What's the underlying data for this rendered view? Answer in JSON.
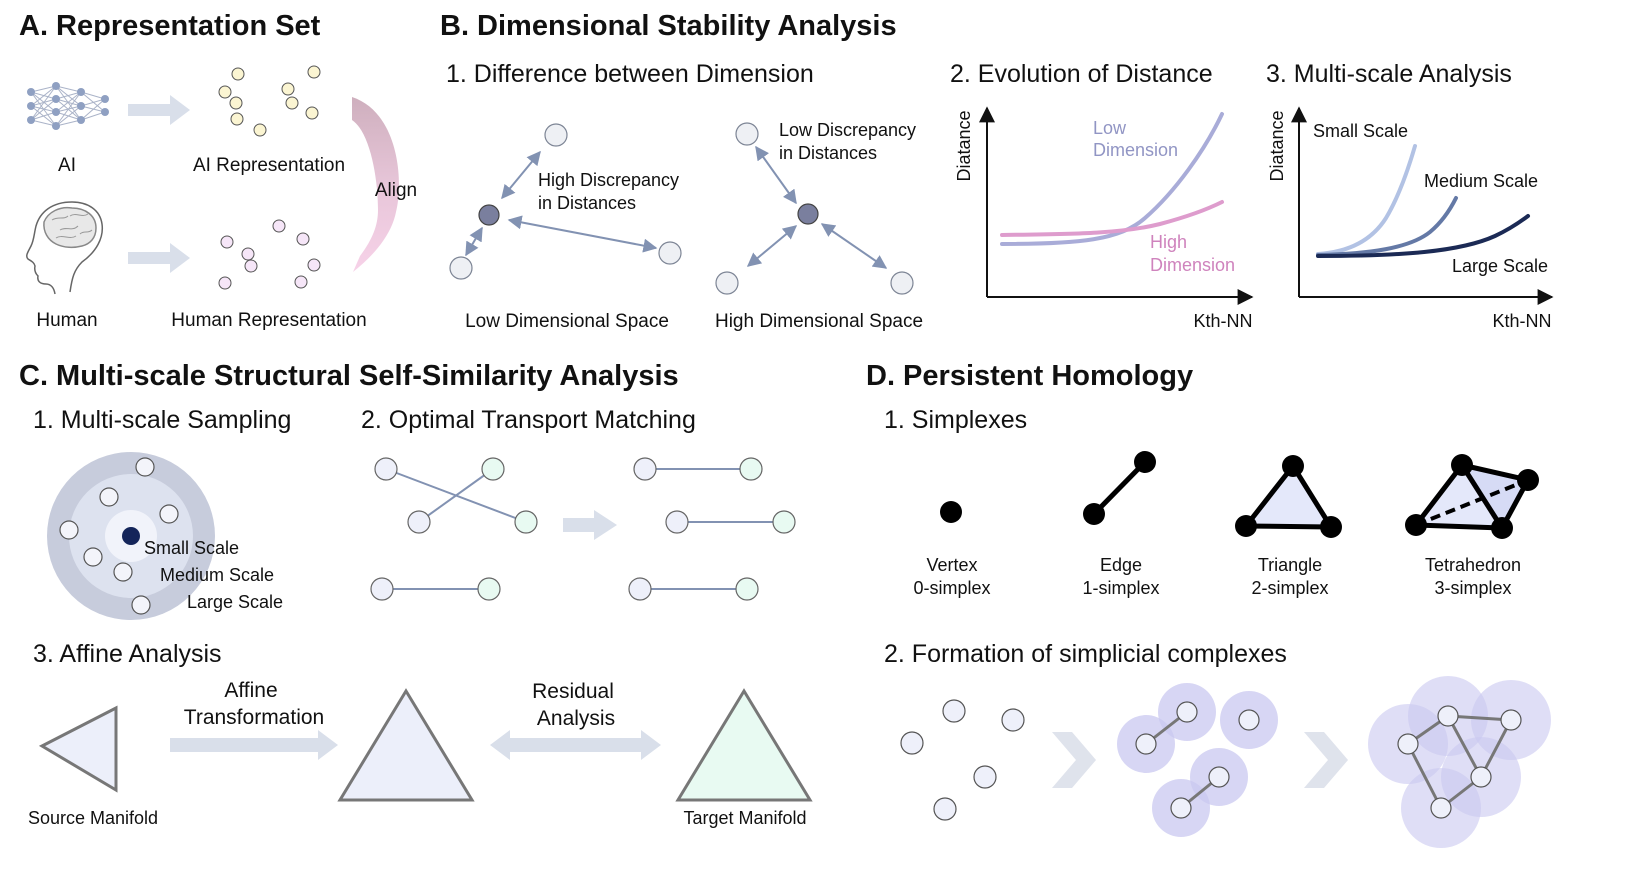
{
  "sections": {
    "a": {
      "title": "A. Representation Set",
      "ai": "AI",
      "ai_representation": "AI Representation",
      "align": "Align",
      "human": "Human",
      "human_representation": "Human Representation"
    },
    "b": {
      "title": "B. Dimensional Stability Analysis",
      "sub1": "1. Difference between Dimension",
      "high_discrepancy": [
        "High Discrepancy",
        "in Distances"
      ],
      "low_discrepancy": [
        "Low Discrepancy",
        "in Distances"
      ],
      "low_dim_space": "Low Dimensional Space",
      "high_dim_space": "High Dimensional Space",
      "sub2": "2. Evolution of Distance",
      "sub3": "3. Multi-scale Analysis",
      "ylabel": "Diatance",
      "xlabel": "Kth-NN",
      "low_dimension": [
        "Low",
        "Dimension"
      ],
      "high_dimension": [
        "High",
        "Dimension"
      ],
      "small_scale": "Small Scale",
      "medium_scale": "Medium Scale",
      "large_scale": "Large Scale"
    },
    "c": {
      "title": "C. Multi-scale Structural Self-Similarity Analysis",
      "sub1": "1. Multi-scale Sampling",
      "sub2": "2. Optimal Transport Matching",
      "sub3": "3. Affine Analysis",
      "small_scale": "Small Scale",
      "medium_scale": "Medium Scale",
      "large_scale": "Large Scale",
      "affine": [
        "Affine",
        "Transformation"
      ],
      "residual": [
        "Residual",
        "Analysis"
      ],
      "source": "Source Manifold",
      "target": "Target Manifold"
    },
    "d": {
      "title": "D. Persistent Homology",
      "sub1": "1. Simplexes",
      "sub2": "2. Formation of simplicial complexes",
      "simplexes": [
        {
          "name": "Vertex",
          "order": "0-simplex"
        },
        {
          "name": "Edge",
          "order": "1-simplex"
        },
        {
          "name": "Triangle",
          "order": "2-simplex"
        },
        {
          "name": "Tetrahedron",
          "order": "3-simplex"
        }
      ]
    }
  },
  "colors": {
    "ai_point": "#fbf5d2",
    "human_point": "#f6e6f8",
    "node_fill": "#eef0fa",
    "node_stroke": "#7d8595",
    "node_dark": "#7a7f9e",
    "arrow": "#8292b2",
    "block_arrow": "#d9dfea",
    "low_dimension_curve": "#a9acd8",
    "high_dimension_curve": "#de9ccd",
    "small_scale_curve": "#b2c2e4",
    "medium_scale_curve": "#6479a6",
    "large_scale_curve": "#1b2a55",
    "target_fill": "#e8faf2",
    "source_fill": "#eceffa",
    "ball": "#c9c8f0"
  }
}
